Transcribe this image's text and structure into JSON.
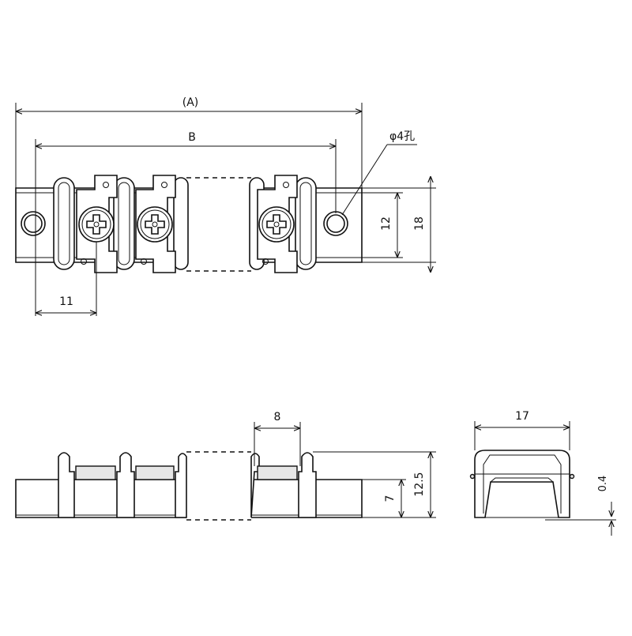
{
  "dimensions": {
    "overall_length": "(A)",
    "mount_pitch": "B",
    "hole": "φ4孔",
    "width_inner": "12",
    "width_outer": "18",
    "end_to_terminal": "11",
    "terminal_pitch": "8",
    "height_total": "12.5",
    "height_base": "7",
    "end_width": "17",
    "thickness": "0.4"
  },
  "colors": {
    "line": "#111111",
    "background": "#ffffff",
    "fill": "#e6e6e6"
  }
}
